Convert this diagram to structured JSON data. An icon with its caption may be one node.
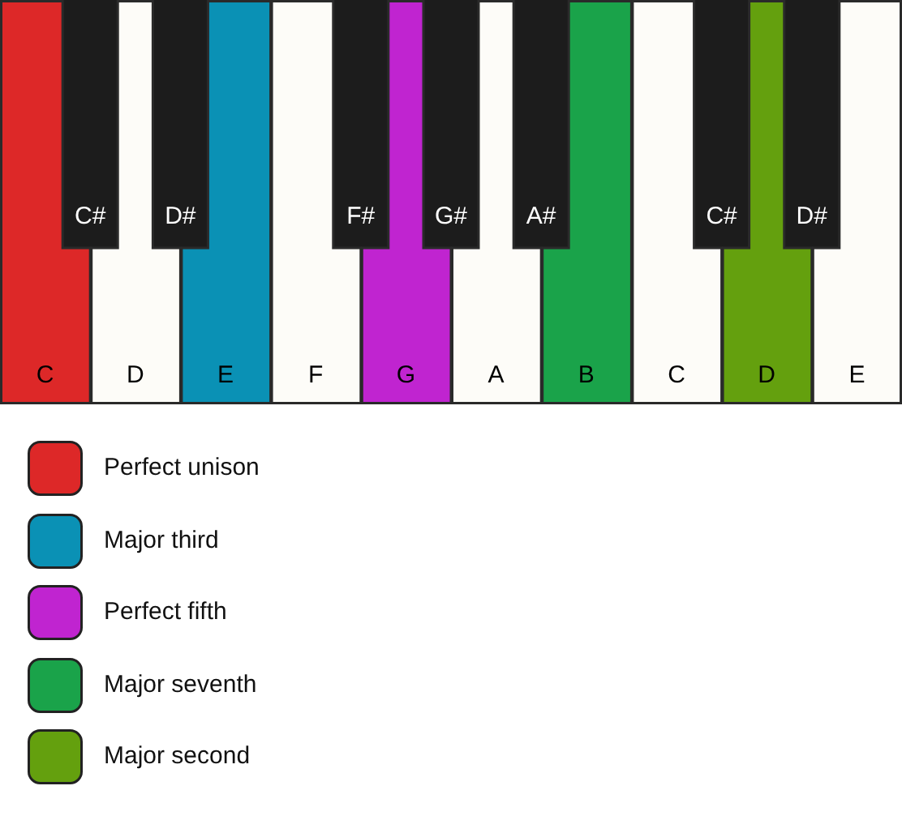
{
  "diagram": {
    "nodes": [
      {
        "text": [
          "C"
        ]
      },
      {
        "text": [
          "C#"
        ]
      },
      {
        "text": [
          "D"
        ]
      },
      {
        "text": [
          "D#"
        ]
      },
      {
        "text": [
          "E"
        ]
      },
      {
        "text": [
          "F"
        ]
      },
      {
        "text": [
          "F#"
        ]
      },
      {
        "text": [
          "G"
        ]
      },
      {
        "text": [
          "G#"
        ]
      },
      {
        "text": [
          "A"
        ]
      },
      {
        "text": [
          "A#"
        ]
      },
      {
        "text": [
          "B"
        ]
      },
      {
        "text": [
          "C"
        ]
      },
      {
        "text": [
          "C#"
        ]
      },
      {
        "text": [
          "D"
        ]
      },
      {
        "text": [
          "D#"
        ]
      },
      {
        "text": [
          "E"
        ]
      }
    ],
    "legend": [
      {
        "text": "Perfect unison",
        "color": "#dd2828"
      },
      {
        "text": "Major third",
        "color": "#0a91b5"
      },
      {
        "text": "Perfect fifth",
        "color": "#c024d0"
      },
      {
        "text": "Major seventh",
        "color": "#1aa34a"
      },
      {
        "text": "Major second",
        "color": "#64a00e"
      }
    ]
  }
}
